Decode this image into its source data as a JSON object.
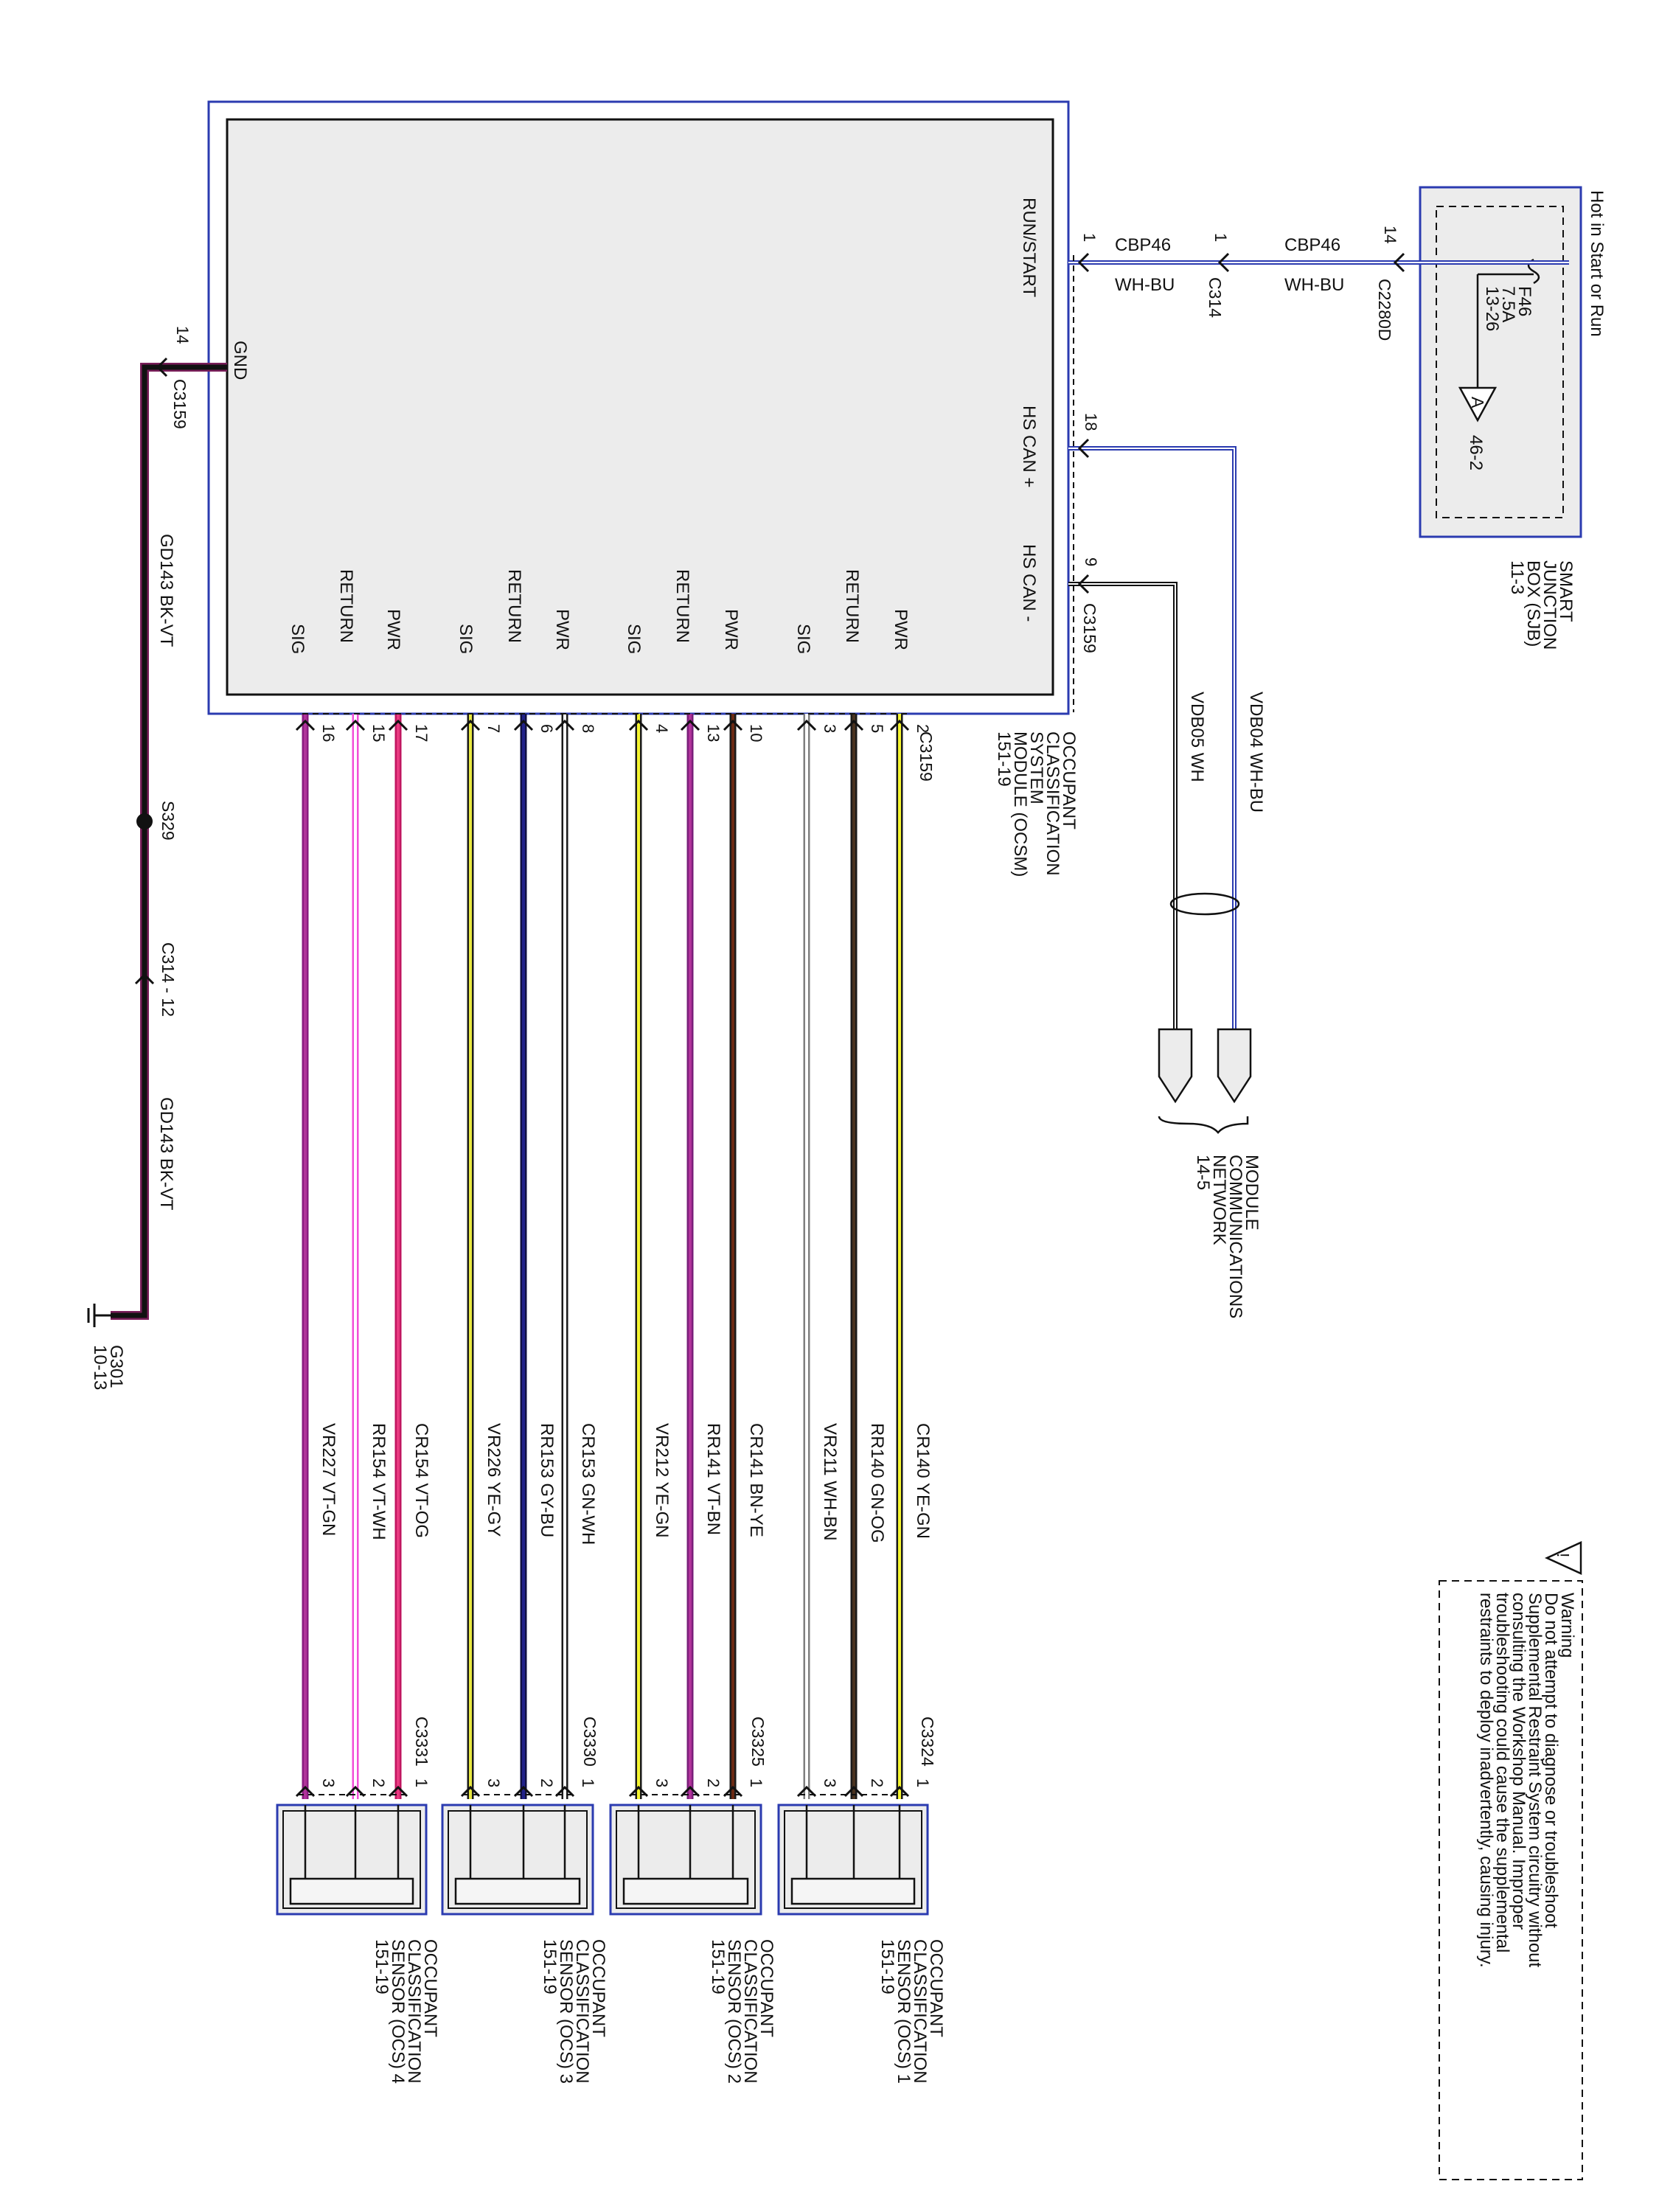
{
  "ocsm": {
    "title_lines": [
      "OCCUPANT",
      "CLASSIFICATION",
      "SYSTEM",
      "MODULE (OCSM)",
      "151-19"
    ],
    "pins": {
      "run_start": "RUN/START",
      "hs_can_plus": "HS CAN +",
      "hs_can_minus": "HS CAN -",
      "gnd": "GND",
      "pwr": "PWR",
      "return": "RETURN",
      "sig": "SIG"
    },
    "connector": "C3159"
  },
  "sjb": {
    "title_lines": [
      "SMART",
      "JUNCTION",
      "BOX (SJB)",
      "11-3"
    ],
    "supply_label": "Hot in Start or Run",
    "fuse_lines": [
      "F46",
      "7.5A",
      "13-26"
    ],
    "ref_marker": "A",
    "ref_page": "46-2",
    "connector": "C2280D",
    "pin": "14"
  },
  "power_circuit": {
    "circuit": "CBP46",
    "color": "WH-BU",
    "inline_connector": "C314",
    "inline_pin": "1",
    "ocsm_pin": "1"
  },
  "can_bus": {
    "plus_pin": "18",
    "minus_pin": "9",
    "minus_connector": "C3159",
    "plus_circuit": "VDB04  WH-BU",
    "minus_circuit": "VDB05  WH",
    "network_lines": [
      "MODULE",
      "COMMUNICATIONS",
      "NETWORK",
      "14-5"
    ]
  },
  "ground": {
    "pin": "14",
    "connector": "C3159",
    "circuit": "GD143  BK-VT",
    "splice": "S329",
    "inline_connector": "C314 - 12",
    "ground_point": "G301",
    "ground_page": "10-13"
  },
  "sensors": [
    {
      "label_lines": [
        "OCCUPANT",
        "CLASSIFICATION",
        "SENSOR (OCS) 1",
        "151-19"
      ],
      "connector": "C3324",
      "wires": [
        {
          "pin": "2",
          "circuit": "CR140  YE-GN",
          "sensor_pin": "1"
        },
        {
          "pin": "5",
          "circuit": "RR140  GN-OG",
          "sensor_pin": "2"
        },
        {
          "pin": "3",
          "circuit": "VR211  WH-BN",
          "sensor_pin": "3"
        }
      ]
    },
    {
      "label_lines": [
        "OCCUPANT",
        "CLASSIFICATION",
        "SENSOR (OCS) 2",
        "151-19"
      ],
      "connector": "C3325",
      "wires": [
        {
          "pin": "10",
          "circuit": "CR141  BN-YE",
          "sensor_pin": "1"
        },
        {
          "pin": "13",
          "circuit": "RR141  VT-BN",
          "sensor_pin": "2"
        },
        {
          "pin": "4",
          "circuit": "VR212  YE-GN",
          "sensor_pin": "3"
        }
      ]
    },
    {
      "label_lines": [
        "OCCUPANT",
        "CLASSIFICATION",
        "SENSOR (OCS) 3",
        "151-19"
      ],
      "connector": "C3330",
      "wires": [
        {
          "pin": "8",
          "circuit": "CR153  GN-WH",
          "sensor_pin": "1"
        },
        {
          "pin": "6",
          "circuit": "RR153  GY-BU",
          "sensor_pin": "2"
        },
        {
          "pin": "7",
          "circuit": "VR226  YE-GY",
          "sensor_pin": "3"
        }
      ]
    },
    {
      "label_lines": [
        "OCCUPANT",
        "CLASSIFICATION",
        "SENSOR (OCS) 4",
        "151-19"
      ],
      "connector": "C3331",
      "wires": [
        {
          "pin": "17",
          "circuit": "CR154  VT-OG",
          "sensor_pin": "1"
        },
        {
          "pin": "15",
          "circuit": "RR154  VT-WH",
          "sensor_pin": "2"
        },
        {
          "pin": "16",
          "circuit": "VR227  VT-GN",
          "sensor_pin": "3"
        }
      ]
    }
  ],
  "warning": {
    "title": "Warning",
    "lines": [
      "Do not attempt to diagnose or troubleshoot",
      "Supplemental Restraint System circuitry without",
      "consulting the Workshop Manual. Improper",
      "troubleshooting could cause the supplemental",
      "restraints to deploy inadvertently, causing injury."
    ]
  },
  "colors": {
    "module_border": "#2b3bb0",
    "module_fill": "#ececec",
    "power_wire": "#2b3bb0",
    "ground_wire": "#7a1e5a"
  }
}
